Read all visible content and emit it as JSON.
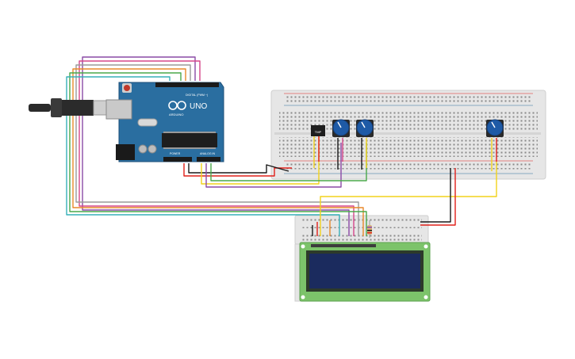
{
  "arduino": {
    "model": "UNO",
    "brand": "ARDUINO",
    "digital_label": "DIGITAL (PWM ~)",
    "analog_label": "ANALOG IN",
    "power_label": "POWER"
  },
  "sensor": {
    "label": "TMP"
  },
  "lcd": {
    "text": ""
  },
  "colors": {
    "arduino_blue": "#2a6ea0",
    "breadboard": "#e6e6e6",
    "lcd_green": "#7cc36a",
    "lcd_screen": "#1b2b5e",
    "pot_blue": "#1e5aa6",
    "wire_red": "#e0201a",
    "wire_black": "#1a1a1a",
    "wire_yellow": "#f2d21b",
    "wire_green": "#4aa84a",
    "wire_purple": "#8a4aa6",
    "wire_pink": "#d6468a",
    "wire_orange": "#e8892a",
    "wire_cyan": "#37b0b8",
    "wire_gray": "#9a9a9a"
  }
}
